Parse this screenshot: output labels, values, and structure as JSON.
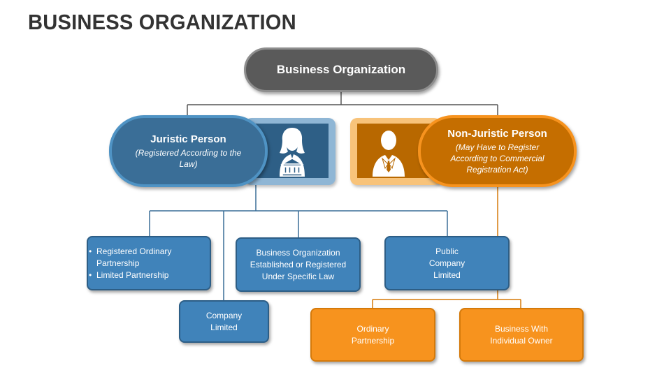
{
  "title": "BUSINESS ORGANIZATION",
  "root": {
    "label": "Business Organization"
  },
  "juristic": {
    "title": "Juristic Person",
    "subtitle": "(Registered According to the Law)",
    "icon": "businesswoman-bank-icon"
  },
  "non_juristic": {
    "title": "Non-Juristic Person",
    "subtitle": "(May Have to Register According to Commercial Registration Act)",
    "icon": "businessman-icon"
  },
  "juristic_children": {
    "partnerships": [
      "Registered Ordinary Partnership",
      "Limited Partnership"
    ],
    "specific_law": "Business Organization Established or Registered Under Specific Law",
    "public_company": "Public Company Limited",
    "company_limited": "Company Limited"
  },
  "non_juristic_children": {
    "ordinary_partnership": "Ordinary Partnership",
    "individual_owner": "Business With Individual Owner"
  },
  "colors": {
    "root": "#5a5a5a",
    "juristic": "#3a6e97",
    "juristic_box": "#4083ba",
    "non_juristic": "#c56e00",
    "non_juristic_box": "#f7931e",
    "connector": "#555555"
  }
}
